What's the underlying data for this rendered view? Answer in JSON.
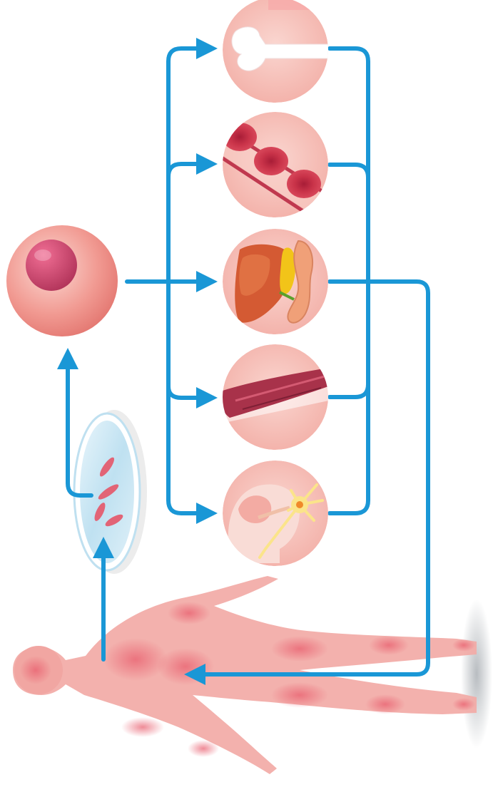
{
  "diagram": {
    "colors": {
      "arrow": "#1a97d6",
      "circle_bg": "#f7c3bb",
      "cell": "#ee8a86",
      "nucleus": "#c8466a",
      "red_blood_cell": "#c62d48",
      "liver": "#d45a33",
      "gallbladder": "#f2c419",
      "intestine": "#f0a078",
      "muscle": "#a8324a",
      "neuron": "#fbe48a",
      "body": "#f2a7a3",
      "dish": "#cce7f4"
    },
    "nodes": [
      {
        "id": "stem-cell",
        "icon": "pluripotent-stem-cell-icon"
      },
      {
        "id": "bone",
        "icon": "bone-icon"
      },
      {
        "id": "blood",
        "icon": "red-blood-cells-icon"
      },
      {
        "id": "organs",
        "icon": "digestive-organs-icon"
      },
      {
        "id": "muscle",
        "icon": "muscle-fibre-icon"
      },
      {
        "id": "neuron",
        "icon": "brain-neuron-icon"
      },
      {
        "id": "culture-dish",
        "icon": "petri-dish-icon"
      },
      {
        "id": "patient",
        "icon": "human-body-icon"
      }
    ],
    "edges": [
      {
        "from": "patient",
        "to": "culture-dish"
      },
      {
        "from": "culture-dish",
        "to": "stem-cell"
      },
      {
        "from": "stem-cell",
        "to": "bone"
      },
      {
        "from": "stem-cell",
        "to": "blood"
      },
      {
        "from": "stem-cell",
        "to": "organs"
      },
      {
        "from": "stem-cell",
        "to": "muscle"
      },
      {
        "from": "stem-cell",
        "to": "neuron"
      },
      {
        "from": "organs",
        "to": "patient"
      }
    ]
  }
}
